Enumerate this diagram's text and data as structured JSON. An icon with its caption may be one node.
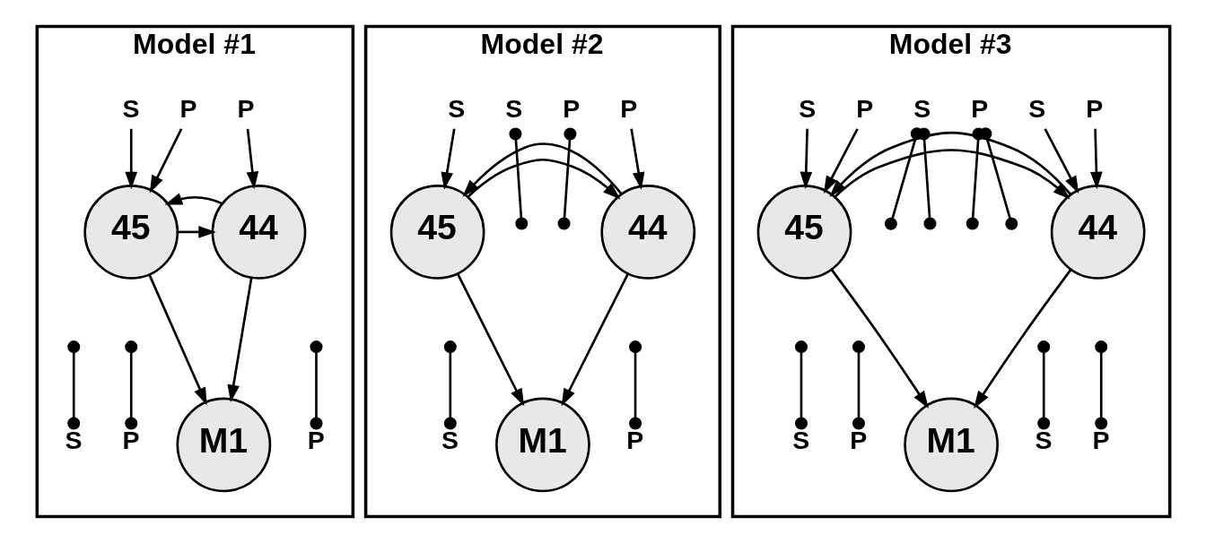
{
  "diagram": {
    "nodes": [
      {
        "text": [
          "Model #1"
        ]
      },
      {
        "text": [
          "S"
        ],
        "in": 0
      },
      {
        "text": [
          "P"
        ],
        "in": 0
      },
      {
        "text": [
          "P"
        ],
        "in": 0
      },
      {
        "text": [
          "45"
        ],
        "in": 0
      },
      {
        "text": [
          "44"
        ],
        "in": 0
      },
      {
        "text": [
          "S"
        ],
        "in": 0
      },
      {
        "text": [
          "P"
        ],
        "in": 0
      },
      {
        "text": [
          "P"
        ],
        "in": 0
      },
      {
        "text": [
          "M1"
        ],
        "in": 0
      },
      {
        "text": [
          "Model #2"
        ]
      },
      {
        "text": [
          "S"
        ],
        "in": 10
      },
      {
        "text": [
          "S"
        ],
        "in": 10
      },
      {
        "text": [
          "P"
        ],
        "in": 10
      },
      {
        "text": [
          "P"
        ],
        "in": 10
      },
      {
        "text": [
          "45"
        ],
        "in": 10
      },
      {
        "text": [
          "44"
        ],
        "in": 10
      },
      {
        "text": [
          "S"
        ],
        "in": 10
      },
      {
        "text": [
          "P"
        ],
        "in": 10
      },
      {
        "text": [
          "M1"
        ],
        "in": 10
      },
      {
        "text": [
          "Model #3"
        ]
      },
      {
        "text": [
          "S"
        ],
        "in": 20
      },
      {
        "text": [
          "P"
        ],
        "in": 20
      },
      {
        "text": [
          "S"
        ],
        "in": 20
      },
      {
        "text": [
          "P"
        ],
        "in": 20
      },
      {
        "text": [
          "S"
        ],
        "in": 20
      },
      {
        "text": [
          "P"
        ],
        "in": 20
      },
      {
        "text": [
          "45"
        ],
        "in": 20
      },
      {
        "text": [
          "44"
        ],
        "in": 20
      },
      {
        "text": [
          "S"
        ],
        "in": 20
      },
      {
        "text": [
          "P"
        ],
        "in": 20
      },
      {
        "text": [
          "S"
        ],
        "in": 20
      },
      {
        "text": [
          "P"
        ],
        "in": 20
      },
      {
        "text": [
          "M1"
        ],
        "in": 20
      }
    ],
    "edges": [
      {
        "from": 1,
        "to": 4,
        "arrow": "to"
      },
      {
        "from": 2,
        "to": 4,
        "arrow": "to"
      },
      {
        "from": 3,
        "to": 5,
        "arrow": "to"
      },
      {
        "from": 4,
        "to": 5,
        "arrow": "to"
      },
      {
        "from": 5,
        "to": 4,
        "arrow": "to"
      },
      {
        "from": 4,
        "to": 9,
        "arrow": "to"
      },
      {
        "from": 5,
        "to": 9,
        "arrow": "to"
      },
      {
        "from": 6,
        "to": null,
        "arrow": "other"
      },
      {
        "from": 7,
        "to": null,
        "arrow": "other"
      },
      {
        "from": 8,
        "to": null,
        "arrow": "other"
      },
      {
        "from": 11,
        "to": 15,
        "arrow": "to"
      },
      {
        "from": 14,
        "to": 16,
        "arrow": "to"
      },
      {
        "from": 15,
        "to": 16,
        "arrow": "to"
      },
      {
        "from": 16,
        "to": 15,
        "arrow": "to"
      },
      {
        "from": 15,
        "to": 19,
        "arrow": "to"
      },
      {
        "from": 16,
        "to": 19,
        "arrow": "to"
      },
      {
        "from": 12,
        "to": null,
        "arrow": "other"
      },
      {
        "from": 13,
        "to": null,
        "arrow": "other"
      },
      {
        "from": 17,
        "to": null,
        "arrow": "other"
      },
      {
        "from": 18,
        "to": null,
        "arrow": "other"
      },
      {
        "from": 21,
        "to": 27,
        "arrow": "to"
      },
      {
        "from": 22,
        "to": 27,
        "arrow": "to"
      },
      {
        "from": 25,
        "to": 28,
        "arrow": "to"
      },
      {
        "from": 26,
        "to": 28,
        "arrow": "to"
      },
      {
        "from": 27,
        "to": 28,
        "arrow": "to"
      },
      {
        "from": 28,
        "to": 27,
        "arrow": "to"
      },
      {
        "from": 27,
        "to": 33,
        "arrow": "to"
      },
      {
        "from": 28,
        "to": 33,
        "arrow": "to"
      },
      {
        "from": 23,
        "to": null,
        "arrow": "other"
      },
      {
        "from": 23,
        "to": null,
        "arrow": "other"
      },
      {
        "from": 24,
        "to": null,
        "arrow": "other"
      },
      {
        "from": 24,
        "to": null,
        "arrow": "other"
      },
      {
        "from": 29,
        "to": null,
        "arrow": "other"
      },
      {
        "from": 30,
        "to": null,
        "arrow": "other"
      },
      {
        "from": 31,
        "to": null,
        "arrow": "other"
      },
      {
        "from": 32,
        "to": null,
        "arrow": "other"
      }
    ]
  }
}
